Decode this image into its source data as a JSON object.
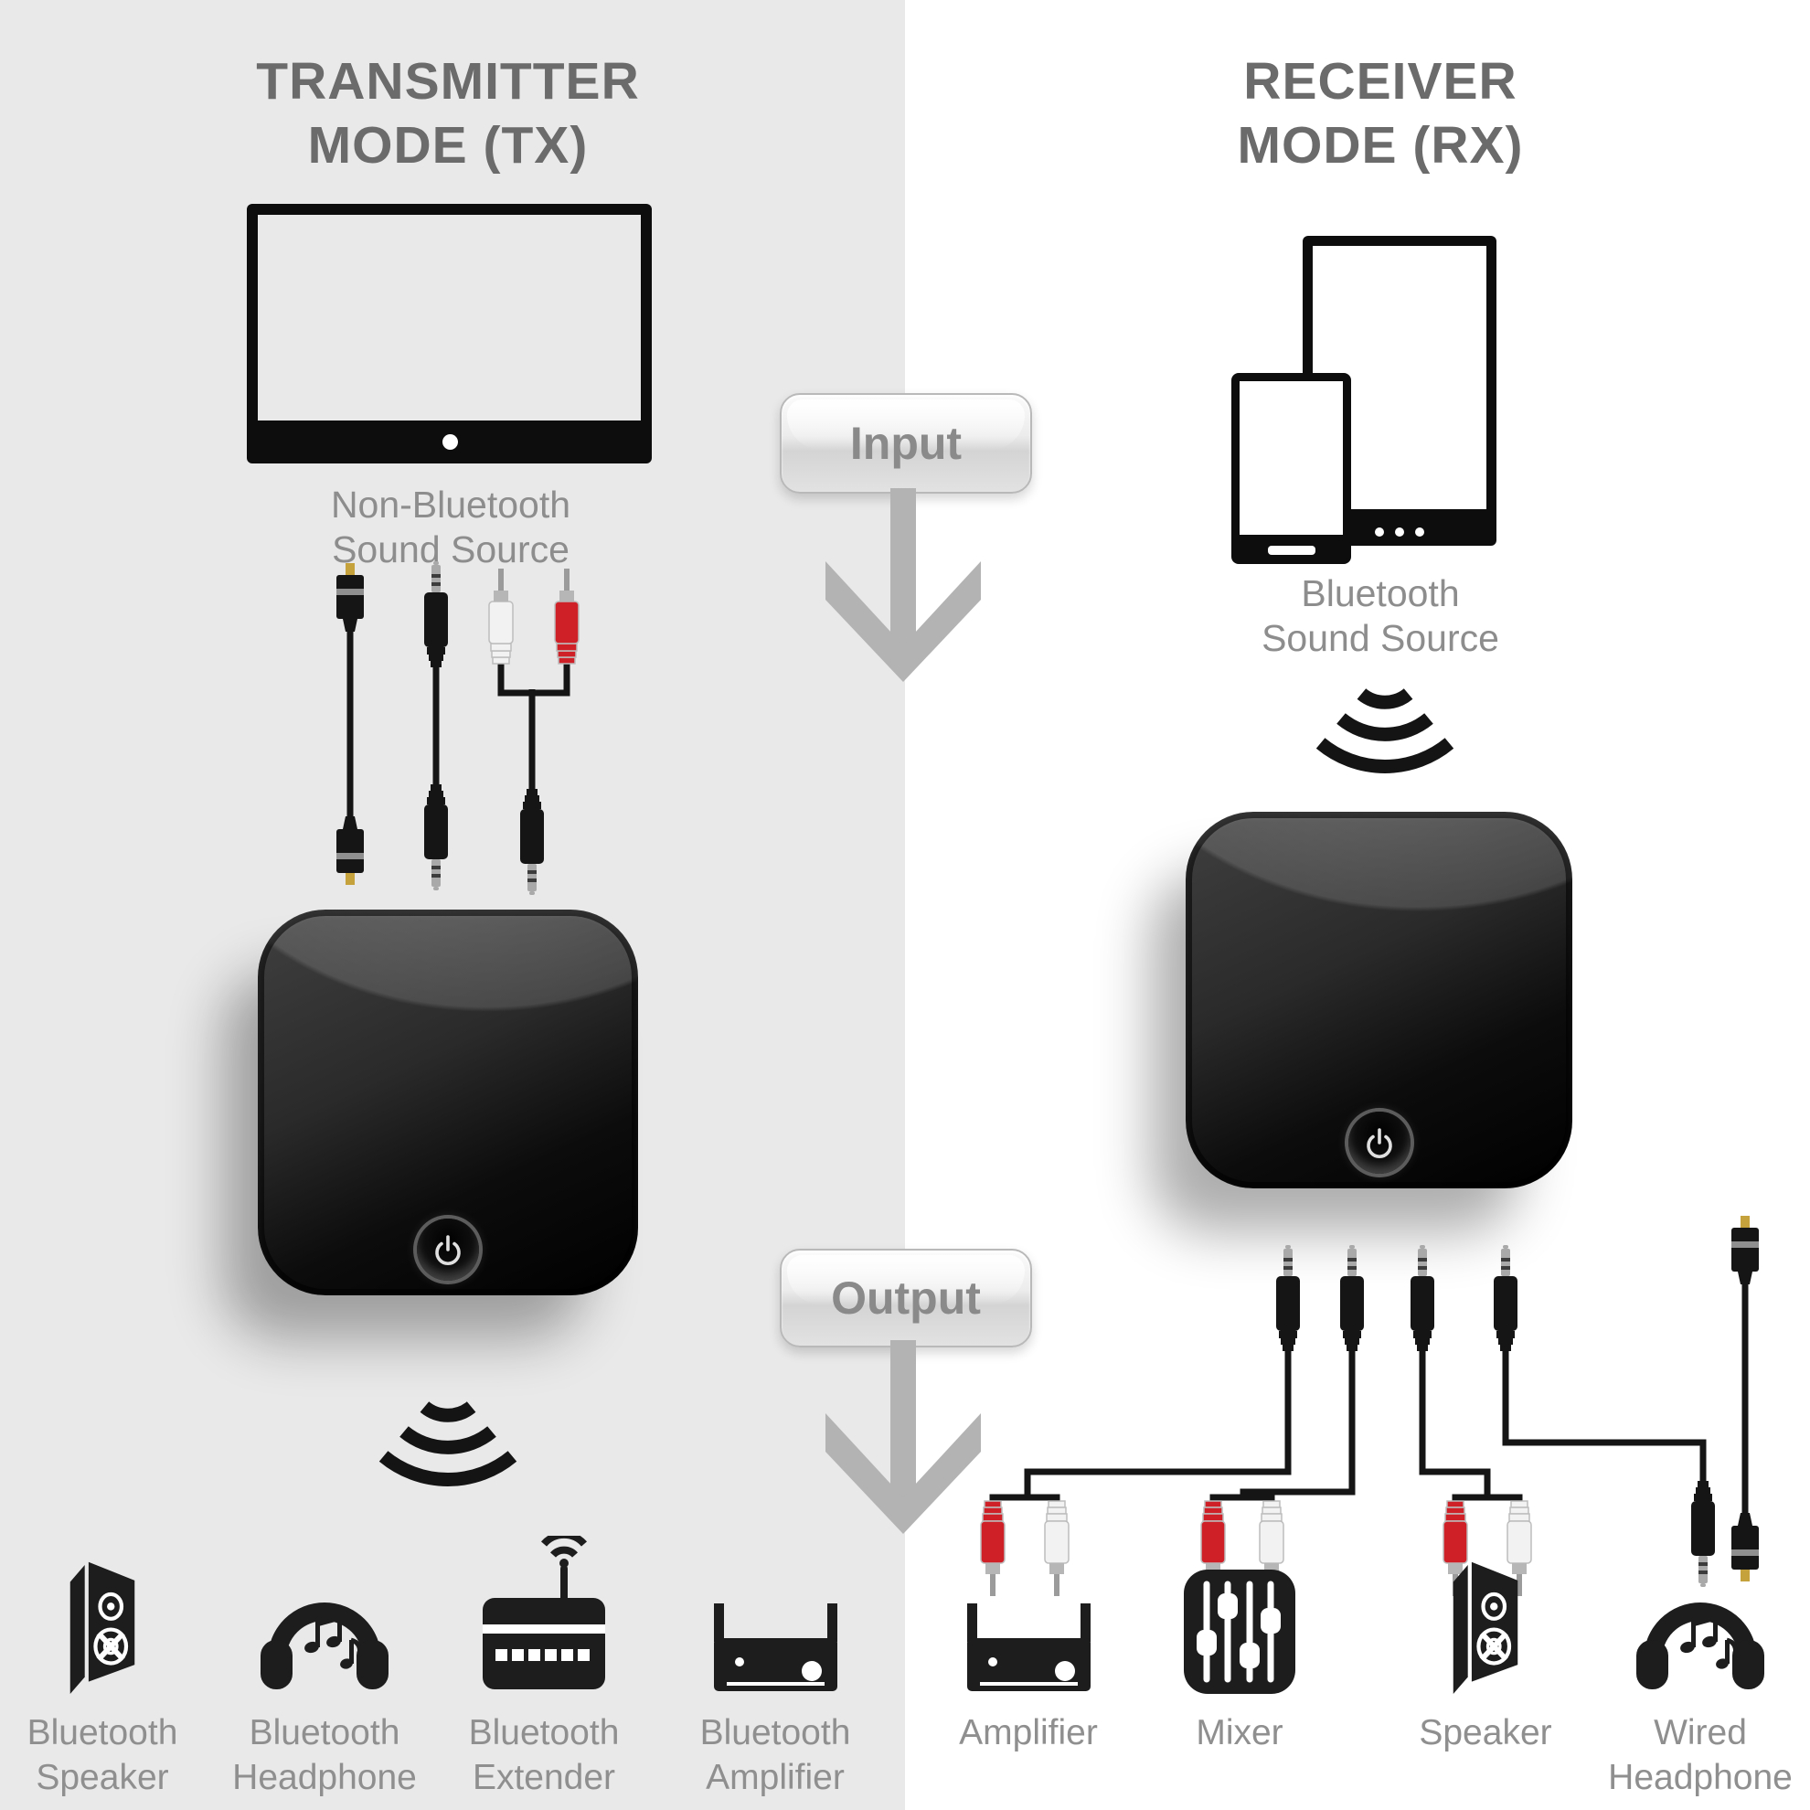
{
  "transmitter": {
    "title": "TRANSMITTER\nMODE (TX)",
    "source_label": "Non-Bluetooth\nSound Source",
    "source_device": "tv",
    "input_cables": [
      "optical-cable",
      "aux-3.5mm-cable",
      "rca-to-aux-y-cable"
    ],
    "items": [
      {
        "label": "Bluetooth\nSpeaker",
        "icon": "speaker-icon"
      },
      {
        "label": "Bluetooth\nHeadphone",
        "icon": "headphone-icon"
      },
      {
        "label": "Bluetooth\nExtender",
        "icon": "extender-icon"
      },
      {
        "label": "Bluetooth\nAmplifier",
        "icon": "amplifier-icon"
      }
    ]
  },
  "receiver": {
    "title": "RECEIVER\nMODE (RX)",
    "source_label": "Bluetooth\nSound Source",
    "source_devices": [
      "tablet",
      "phone"
    ],
    "output_cables": [
      "rca-pair",
      "rca-pair",
      "rca-pair",
      "aux-3.5mm-cable",
      "optical-cable"
    ],
    "items": [
      {
        "label": "Amplifier",
        "icon": "amplifier-icon"
      },
      {
        "label": "Mixer",
        "icon": "mixer-icon"
      },
      {
        "label": "Speaker",
        "icon": "speaker-icon"
      },
      {
        "label": "Wired\nHeadphone",
        "icon": "headphone-icon"
      }
    ]
  },
  "flow": {
    "input": "Input",
    "output": "Output"
  },
  "colors": {
    "panel_left_bg": "#e9e9e9",
    "panel_right_bg": "#ffffff",
    "title_text": "#6b6b6b",
    "label_text": "#8d8d8d",
    "icon_black": "#1d1d1d",
    "arrow_gray": "#b3b3b3",
    "rca_red": "#cf2027",
    "rca_white": "#f2f2f2",
    "optical_gold": "#c6a23c"
  }
}
